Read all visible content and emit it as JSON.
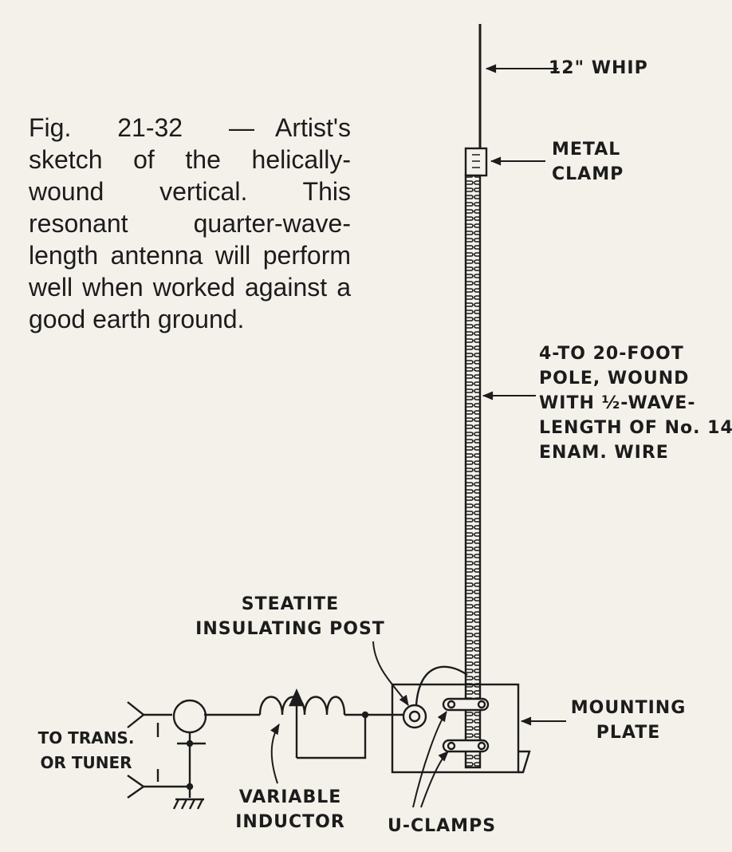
{
  "caption": {
    "figure_number": "Fig. 21-32 —",
    "text": "Artist's sketch of the helically-wound vertical. This resonant quarter-wave-length antenna will perform well when worked against a good earth ground."
  },
  "labels": {
    "whip": "12\" WHIP",
    "metal_clamp": [
      "METAL",
      "CLAMP"
    ],
    "pole": [
      "4-TO 20-FOOT",
      "POLE, WOUND",
      "WITH ½-WAVE-",
      "LENGTH OF No. 14",
      "ENAM. WIRE"
    ],
    "steatite": [
      "STEATITE",
      "INSULATING POST"
    ],
    "mounting_plate": [
      "MOUNTING",
      "PLATE"
    ],
    "to_trans": [
      "TO TRANS.",
      "OR TUNER"
    ],
    "variable_inductor": [
      "VARIABLE",
      "INDUCTOR"
    ],
    "u_clamps": "U-CLAMPS"
  }
}
